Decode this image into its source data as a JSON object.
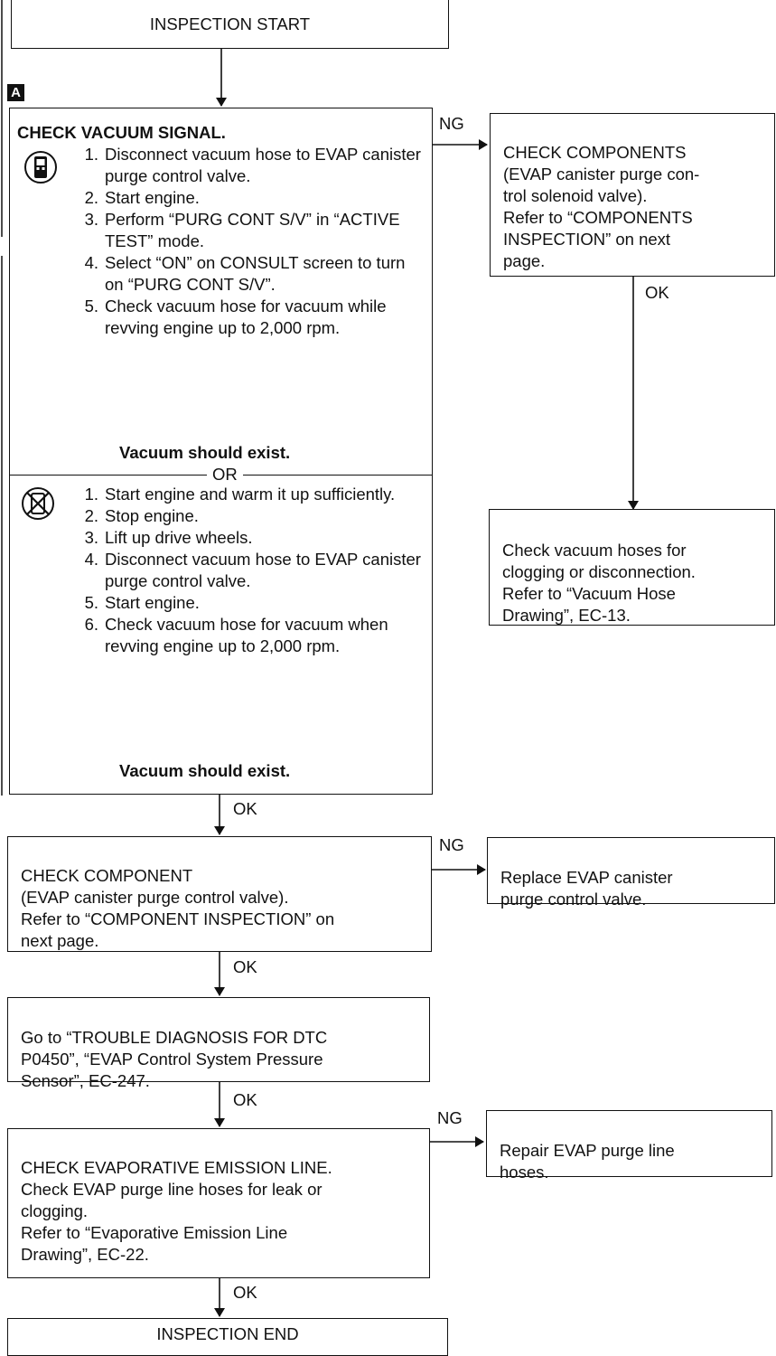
{
  "start": {
    "label": "INSPECTION START"
  },
  "marker": {
    "label": "A"
  },
  "check_vacuum": {
    "title": "CHECK VACUUM SIGNAL.",
    "with_consult_steps": [
      {
        "n": "1.",
        "t": "Disconnect vacuum hose to EVAP canister purge control valve."
      },
      {
        "n": "2.",
        "t": "Start engine."
      },
      {
        "n": "3.",
        "t": "Perform “PURG CONT S/V” in “ACTIVE TEST” mode."
      },
      {
        "n": "4.",
        "t": "Select “ON” on CONSULT screen to turn on “PURG CONT S/V”."
      },
      {
        "n": "5.",
        "t": "Check vacuum hose for vacuum while revving engine up to 2,000 rpm."
      }
    ],
    "vacuum_note_1": "Vacuum should exist.",
    "or_label": "OR",
    "without_consult_steps": [
      {
        "n": "1.",
        "t": "Start engine and warm it up sufficiently."
      },
      {
        "n": "2.",
        "t": "Stop engine."
      },
      {
        "n": "3.",
        "t": "Lift up drive wheels."
      },
      {
        "n": "4.",
        "t": "Disconnect vacuum hose to EVAP canister purge control valve."
      },
      {
        "n": "5.",
        "t": "Start engine."
      },
      {
        "n": "6.",
        "t": "Check vacuum hose for vacuum when revving engine up to 2,000 rpm."
      }
    ],
    "vacuum_note_2": "Vacuum should exist."
  },
  "check_components": {
    "text": "CHECK COMPONENTS\n(EVAP canister purge con-\ntrol solenoid valve).\nRefer to “COMPONENTS\nINSPECTION” on next\npage."
  },
  "check_hoses": {
    "text": "Check vacuum hoses for\nclogging or disconnection.\nRefer to “Vacuum Hose\nDrawing”, EC-13."
  },
  "check_component": {
    "text": "CHECK COMPONENT\n(EVAP canister purge control valve).\nRefer to “COMPONENT INSPECTION” on\nnext page."
  },
  "replace_valve": {
    "text": "Replace EVAP canister\npurge control valve."
  },
  "go_to_dtc": {
    "text": "Go to “TROUBLE DIAGNOSIS FOR DTC\nP0450”, “EVAP Control System Pressure\nSensor”, EC-247."
  },
  "check_emission_line": {
    "text": "CHECK EVAPORATIVE EMISSION LINE.\nCheck EVAP purge line hoses for leak or\nclogging.\nRefer to “Evaporative Emission Line\nDrawing”, EC-22."
  },
  "repair_hoses": {
    "text": "Repair EVAP purge line\nhoses."
  },
  "end": {
    "label": "INSPECTION END"
  },
  "labels": {
    "ng": "NG",
    "ok": "OK"
  }
}
